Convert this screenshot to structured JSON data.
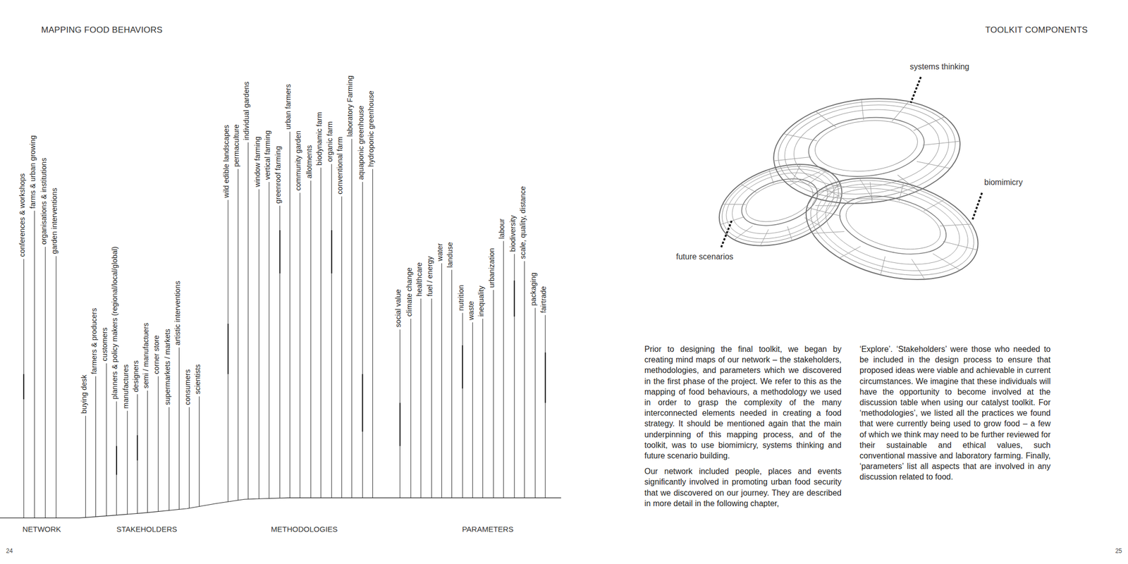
{
  "diagram": {
    "labels": [
      "MAPPING FOOD BEHAVIORS",
      "TOOLKIT COMPONENTS",
      "conferences & workshops",
      "farms & urban growing",
      "organisations & institutions",
      "garden interventions",
      "buying desk",
      "farmers & producers",
      "customers",
      "planners & policy makers (regional/local/global)",
      "manufactures",
      "designers",
      "semi / manufactuers",
      "corner store",
      "supermarkets / markets",
      "artistic interventions",
      "consumers",
      "scientists",
      "wild edible landscapes",
      "permaculture",
      "individual gardens",
      "window farming",
      "vertical farming",
      "greenroof farming",
      "urban farmers",
      "community garden",
      "allotments",
      "biodynamic farm",
      "organic farm",
      "conventional farm",
      "laboratory Farming",
      "aquaponic greenhouse",
      "hydroponic greenhouse",
      "social value",
      "climate change",
      "healthcare",
      "fuel / energy",
      "water",
      "landuse",
      "nutrition",
      "waste",
      "inequality",
      "urbanization",
      "labour",
      "biodiversity",
      "scale, quality, distance",
      "packaging",
      "fairtrade",
      "NETWORK",
      "STAKEHOLDERS",
      "METHODOLOGIES",
      "PARAMETERS",
      "systems thinking",
      "biomimicry",
      "future scenarios",
      "Prior to designing the final toolkit, we began by creating mind maps of our network – the stakeholders, methodologies, and parameters which we discovered in the first phase of the project. We refer to this as the mapping of food behaviours, a methodology we used in order to grasp the complexity of the many interconnected elements needed in creating a food strategy. It should be mentioned again that the main underpinning of this mapping process, and of the toolkit, was to use biomimicry, systems thinking and future scenario building.",
      "Our network included people, places and events significantly involved in promoting urban food security that we discovered on our journey. They are described in more detail in the following chapter,",
      "‘Explore’. ‘Stakeholders’ were those who needed to be included in the design process to ensure that proposed ideas were viable and achievable in current circumstances. We imagine that these individuals will have the opportunity to become involved at the discussion table when using our catalyst toolkit. For ‘methodologies’, we listed all the practices we found that were currently being used to grow food – a few of which we think may need to be further reviewed for their sustainable and ethical values, such conventional massive and laboratory farming. Finally, ‘parameters’ list all aspects that are involved in any discussion related to food.",
      "24",
      "25"
    ]
  }
}
